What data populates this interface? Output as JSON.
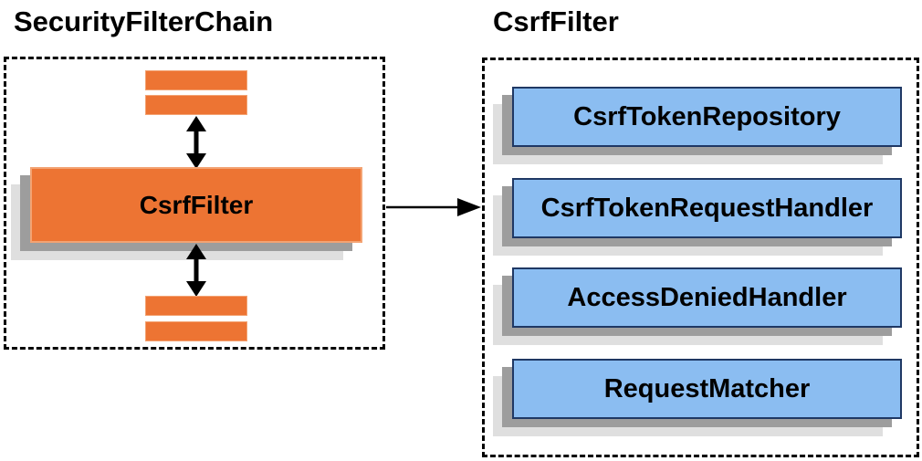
{
  "left_panel": {
    "title": "SecurityFilterChain",
    "filter_box_label": "CsrfFilter"
  },
  "right_panel": {
    "title": "CsrfFilter",
    "components": [
      {
        "label": "CsrfTokenRepository"
      },
      {
        "label": "CsrfTokenRequestHandler"
      },
      {
        "label": "AccessDeniedHandler"
      },
      {
        "label": "RequestMatcher"
      }
    ]
  },
  "colors": {
    "orange": "#ED7433",
    "orange_border": "#F3A373",
    "blue": "#8BBDF1",
    "blue_border": "#1F3864",
    "shadow_dark": "#9D9D9D",
    "shadow_light": "#DFDFDF",
    "arrow": "#000000",
    "dashed_border": "#000000"
  }
}
